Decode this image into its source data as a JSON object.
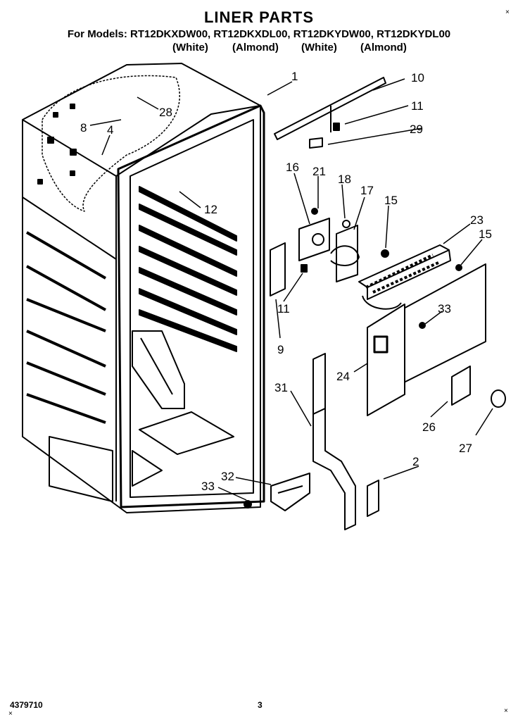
{
  "header": {
    "title": "LINER PARTS",
    "models_line": "For Models: RT12DKXDW00, RT12DKXDL00, RT12DKYDW00, RT12DKYDL00",
    "variants": [
      "(White)",
      "(Almond)",
      "(White)",
      "(Almond)"
    ]
  },
  "callouts": [
    "1",
    "10",
    "11",
    "29",
    "28",
    "8",
    "4",
    "12",
    "16",
    "21",
    "18",
    "17",
    "15",
    "23",
    "15",
    "11",
    "9",
    "33",
    "24",
    "31",
    "26",
    "27",
    "2",
    "32",
    "33"
  ],
  "footer": {
    "doc_number": "4379710",
    "page_number": "3"
  }
}
